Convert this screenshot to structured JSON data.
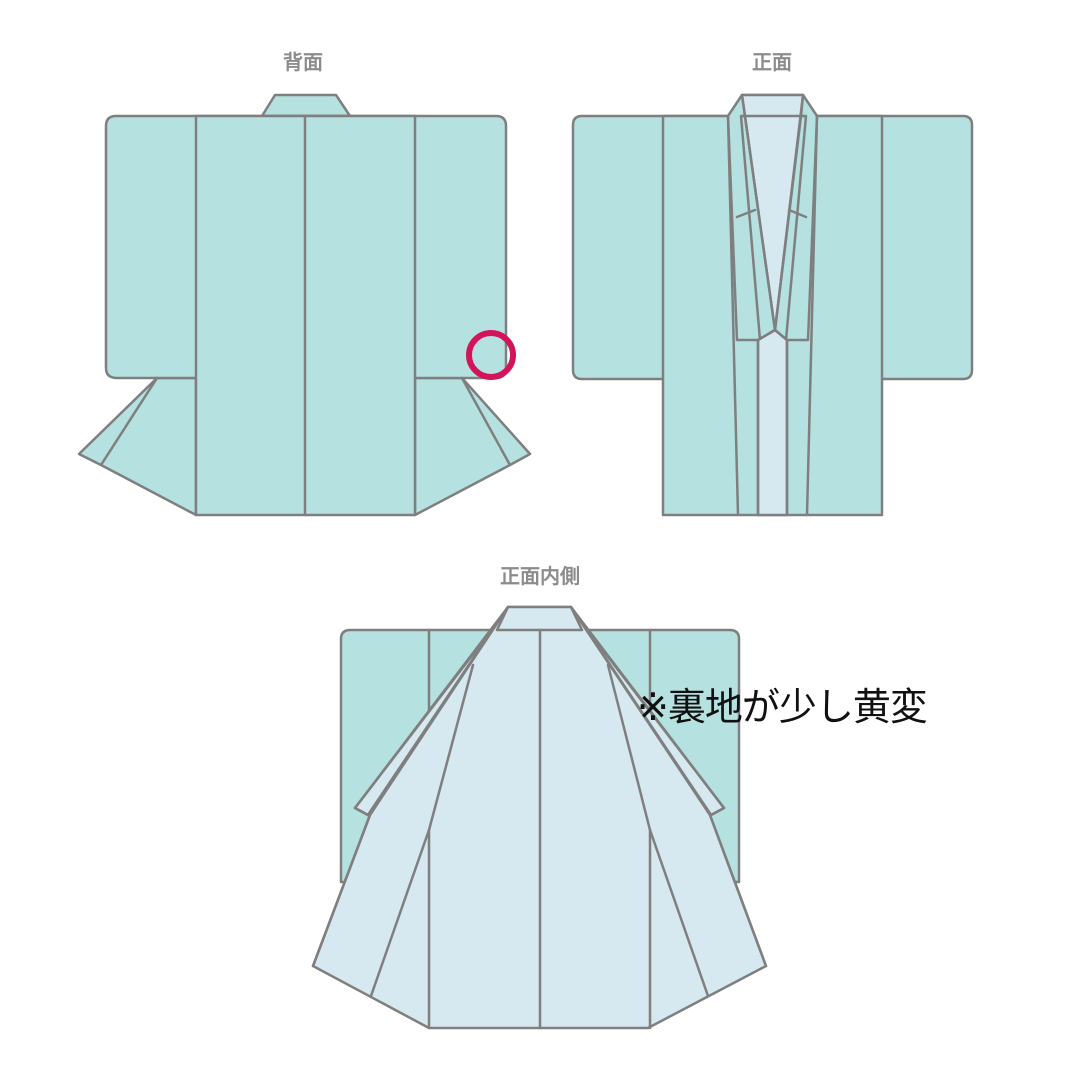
{
  "views": {
    "back": {
      "label": "背面"
    },
    "front": {
      "label": "正面"
    },
    "inside": {
      "label": "正面内側"
    }
  },
  "annotation": {
    "note": "※裏地が少し黄変",
    "marker": {
      "shape": "circle",
      "color": "#d4145a",
      "location": "back view, right sleeve bottom edge"
    }
  },
  "colors": {
    "outer_fabric": "#b5e2e0",
    "lining": "#d6e8f0",
    "outline": "#7f7f7f",
    "marker": "#d4145a",
    "label_text": "#8c8c8c"
  }
}
